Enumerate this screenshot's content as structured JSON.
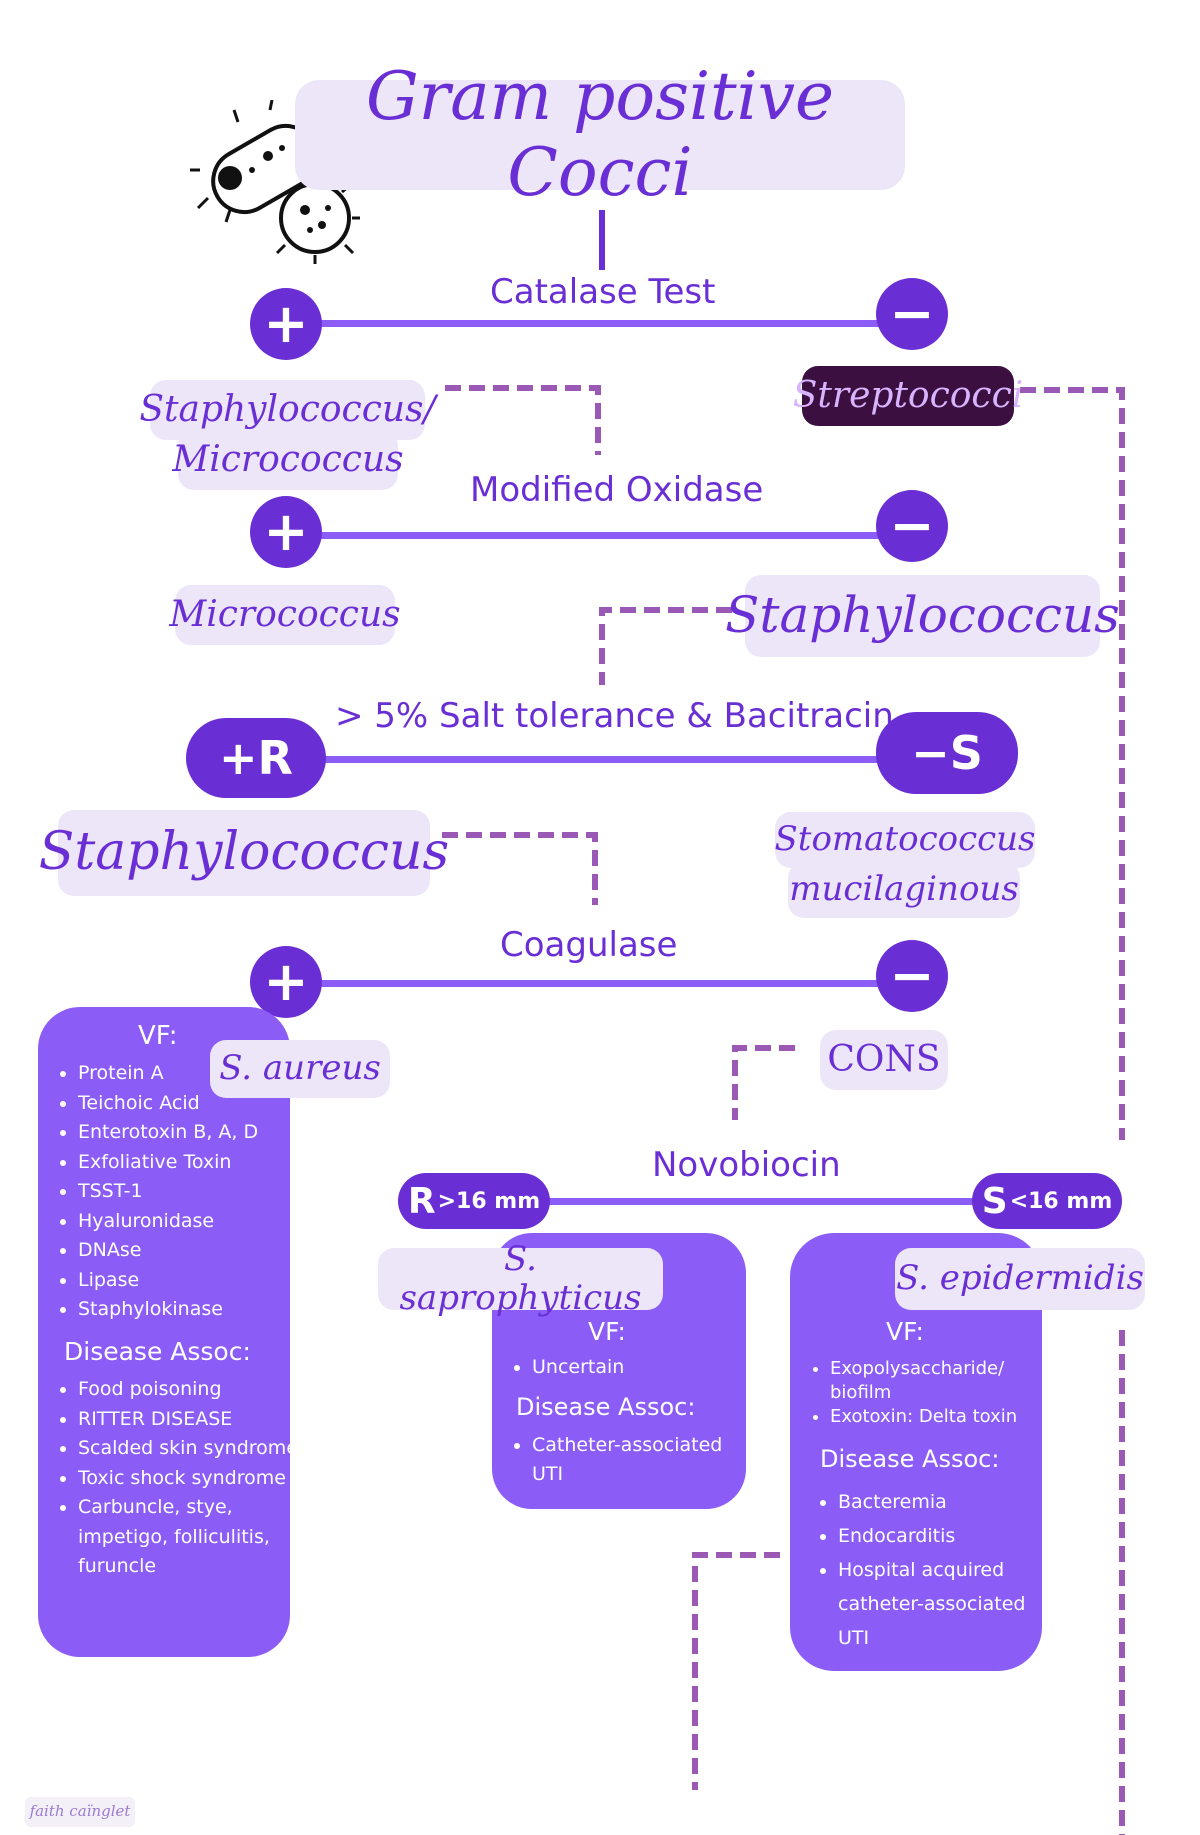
{
  "title": "Gram positive Cocci",
  "catalase": {
    "label": "Catalase Test",
    "pos": "+",
    "neg": "−"
  },
  "staph_micro": {
    "line1": "Staphylococcus/",
    "line2": "Micrococcus"
  },
  "streptococci": "Streptococci",
  "oxidase": {
    "label": "Modified Oxidase",
    "pos": "+",
    "neg": "−"
  },
  "micrococcus": "Micrococcus",
  "staph1": "Staphylococcus",
  "salt": {
    "label": "> 5% Salt tolerance & Bacitracin",
    "left": "+R",
    "right": "−S"
  },
  "staph2": "Staphylococcus",
  "stomato": {
    "line1": "Stomatococcus",
    "line2": "mucilaginous"
  },
  "coagulase": {
    "label": "Coagulase",
    "pos": "+",
    "neg": "−"
  },
  "aureus": {
    "name": "S. aureus",
    "vf_title": "VF:",
    "vf": [
      "Protein A",
      "Teichoic Acid",
      "Enterotoxin B, A, D",
      "Exfoliative Toxin",
      "TSST-1",
      "Hyaluronidase",
      "DNAse",
      "Lipase",
      "Staphylokinase"
    ],
    "disease_title": "Disease Assoc:",
    "disease": [
      "Food poisoning",
      "RITTER DISEASE",
      "Scalded skin syndrome",
      "Toxic shock syndrome",
      "Carbuncle, stye, impetigo, folliculitis, furuncle"
    ]
  },
  "cons": "CONS",
  "novobiocin": {
    "label": "Novobiocin",
    "left_letter": "R",
    "left_text": ">16 mm",
    "right_letter": "S",
    "right_text": "<16 mm"
  },
  "saprophyticus": {
    "name": "S. saprophyticus",
    "vf_title": "VF:",
    "vf": [
      "Uncertain"
    ],
    "disease_title": "Disease Assoc:",
    "disease": [
      "Catheter-associated UTI"
    ]
  },
  "epidermidis": {
    "name": "S. epidermidis",
    "vf_title": "VF:",
    "vf": [
      "Exopolysaccharide/ biofilm",
      "Exotoxin: Delta toxin"
    ],
    "disease_title": "Disease Assoc:",
    "disease": [
      "Bacteremia",
      "Endocarditis",
      "Hospital acquired catheter-associated UTI"
    ]
  },
  "signature": "faith caïnglet",
  "colors": {
    "primary": "#6a2fd4",
    "box": "#8b5cf6",
    "pill": "#ece6f8",
    "strep": "#3b0f3f",
    "dash": "#9b59b6"
  }
}
